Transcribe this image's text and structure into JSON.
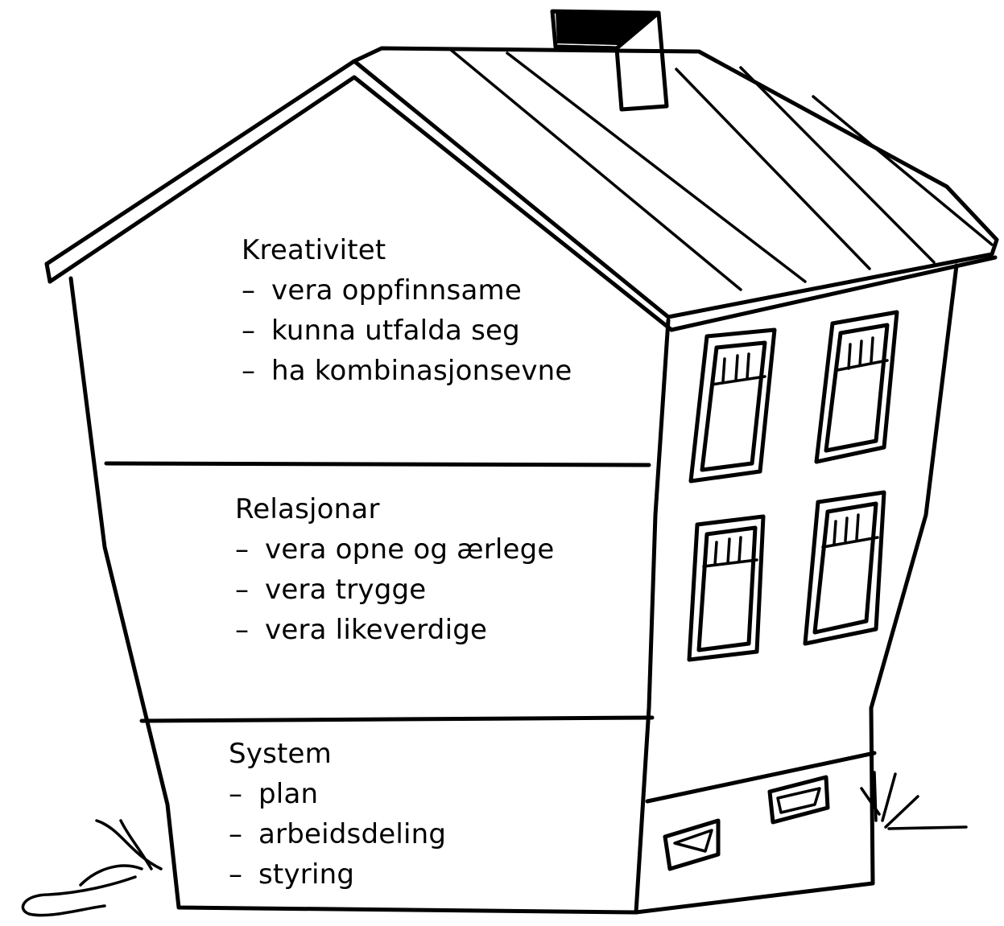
{
  "diagram": {
    "levels": [
      {
        "id": "top",
        "title": "Kreativitet",
        "items": [
          "vera oppfinnsame",
          "kunna utfalda seg",
          "ha kombinasjonsevne"
        ]
      },
      {
        "id": "middle",
        "title": "Relasjonar",
        "items": [
          "vera opne og ærlege",
          "vera trygge",
          "vera likeverdige"
        ]
      },
      {
        "id": "bottom",
        "title": "System",
        "items": [
          "plan",
          "arbeidsdeling",
          "styring"
        ]
      }
    ],
    "bullet": "–"
  }
}
